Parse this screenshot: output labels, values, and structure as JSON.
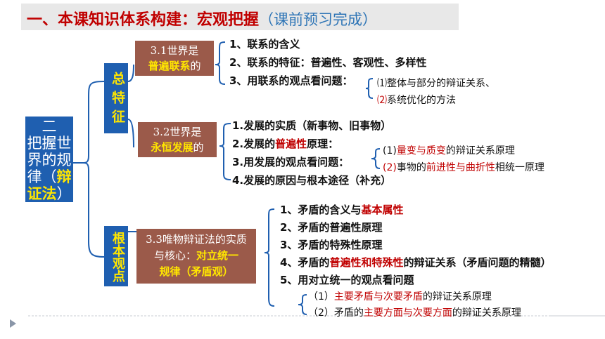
{
  "title": {
    "main": "一、本课知识体系构建：宏观把握",
    "note": "（课前预习完成）"
  },
  "root": {
    "line1": "二",
    "line2": "把握世",
    "line3": "界的规",
    "line4a": "律（",
    "line4b": "辩",
    "line5a": "证法",
    "line5b": "）"
  },
  "group1": {
    "label": "总特征"
  },
  "group2": {
    "label": "根本观点"
  },
  "sec31": {
    "line1": "3.1世界是",
    "line2a": "普遍联系",
    "line2b": "的"
  },
  "sec32": {
    "line1": "3.2世界是",
    "line2a": "永恒发展",
    "line2b": "的"
  },
  "sec33": {
    "line1": "3.3唯物辩证法的实质",
    "line2a": "与核心：",
    "line2b": "对立统一",
    "line3": "规律（矛盾观）"
  },
  "list31": {
    "i1": "1、联系的含义",
    "i2": "2、联系的特征：普遍性、客观性、多样性",
    "i3": "3、用联系的观点看问题：",
    "s1": "⑴整体与部分的辩证关系、",
    "s2num": "⑵",
    "s2": "系统优化的方法"
  },
  "list32": {
    "i1": "1.发展的实质（新事物、旧事物）",
    "i2a": "2.发展的",
    "i2b": "普遍性",
    "i2c": "原理：",
    "i3": "3.用发展的观点看问题：",
    "i4": "4.发展的原因与根本途径（补充）",
    "s1a": "(1)",
    "s1b": "量变与质变",
    "s1c": "的辩证关系原理",
    "s2a": "(2)",
    "s2b": "事物的",
    "s2c": "前进性与曲折性",
    "s2d": "相统一原理"
  },
  "list33": {
    "i1a": "1、矛盾的含义与",
    "i1b": "基本属性",
    "i2": "2、矛盾的普遍性原理",
    "i3": "3、矛盾的特殊性原理",
    "i4a": "4、矛盾的",
    "i4b": "普遍性和特殊性",
    "i4c": "的辩证关系（矛盾问题的精髓）",
    "i5": "5、用对立统一的观点看问题",
    "s1a": "（1）",
    "s1b": "主要矛盾与次要矛盾",
    "s1c": "的辩证关系原理",
    "s2a": "（2）矛盾的",
    "s2b": "主要方面与次要方面",
    "s2c": "的辩证关系原理"
  },
  "nav": {
    "icon": "play-triangle-icon"
  }
}
